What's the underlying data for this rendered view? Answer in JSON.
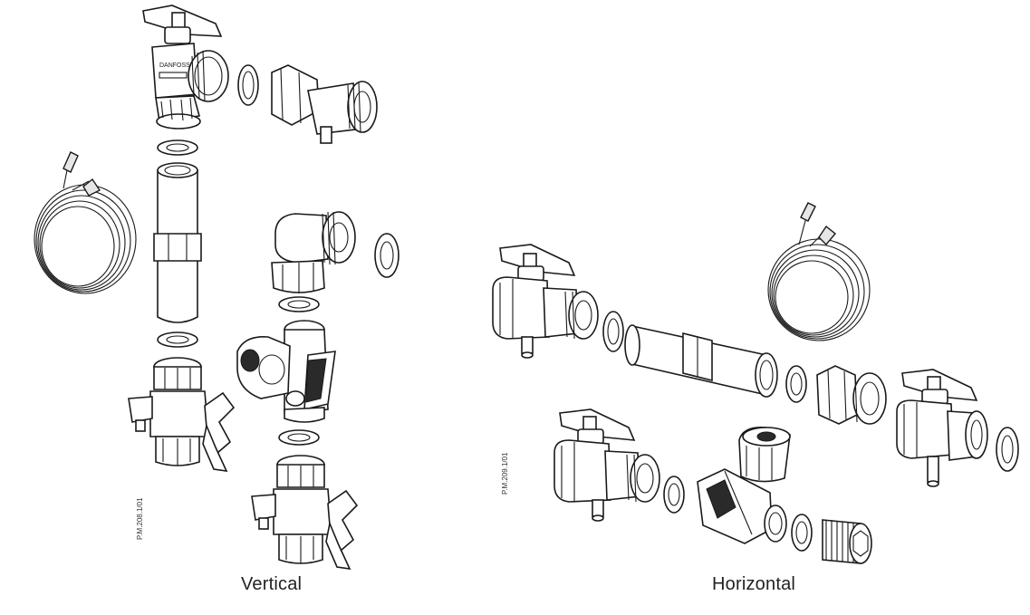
{
  "figure": {
    "captions": {
      "vertical": "Vertical",
      "horizontal": "Horizontal"
    },
    "refs": {
      "vertical": "P.M.208.1/01",
      "horizontal": "P.M.209.1/01"
    },
    "valve_marking": "DANFOSS"
  }
}
